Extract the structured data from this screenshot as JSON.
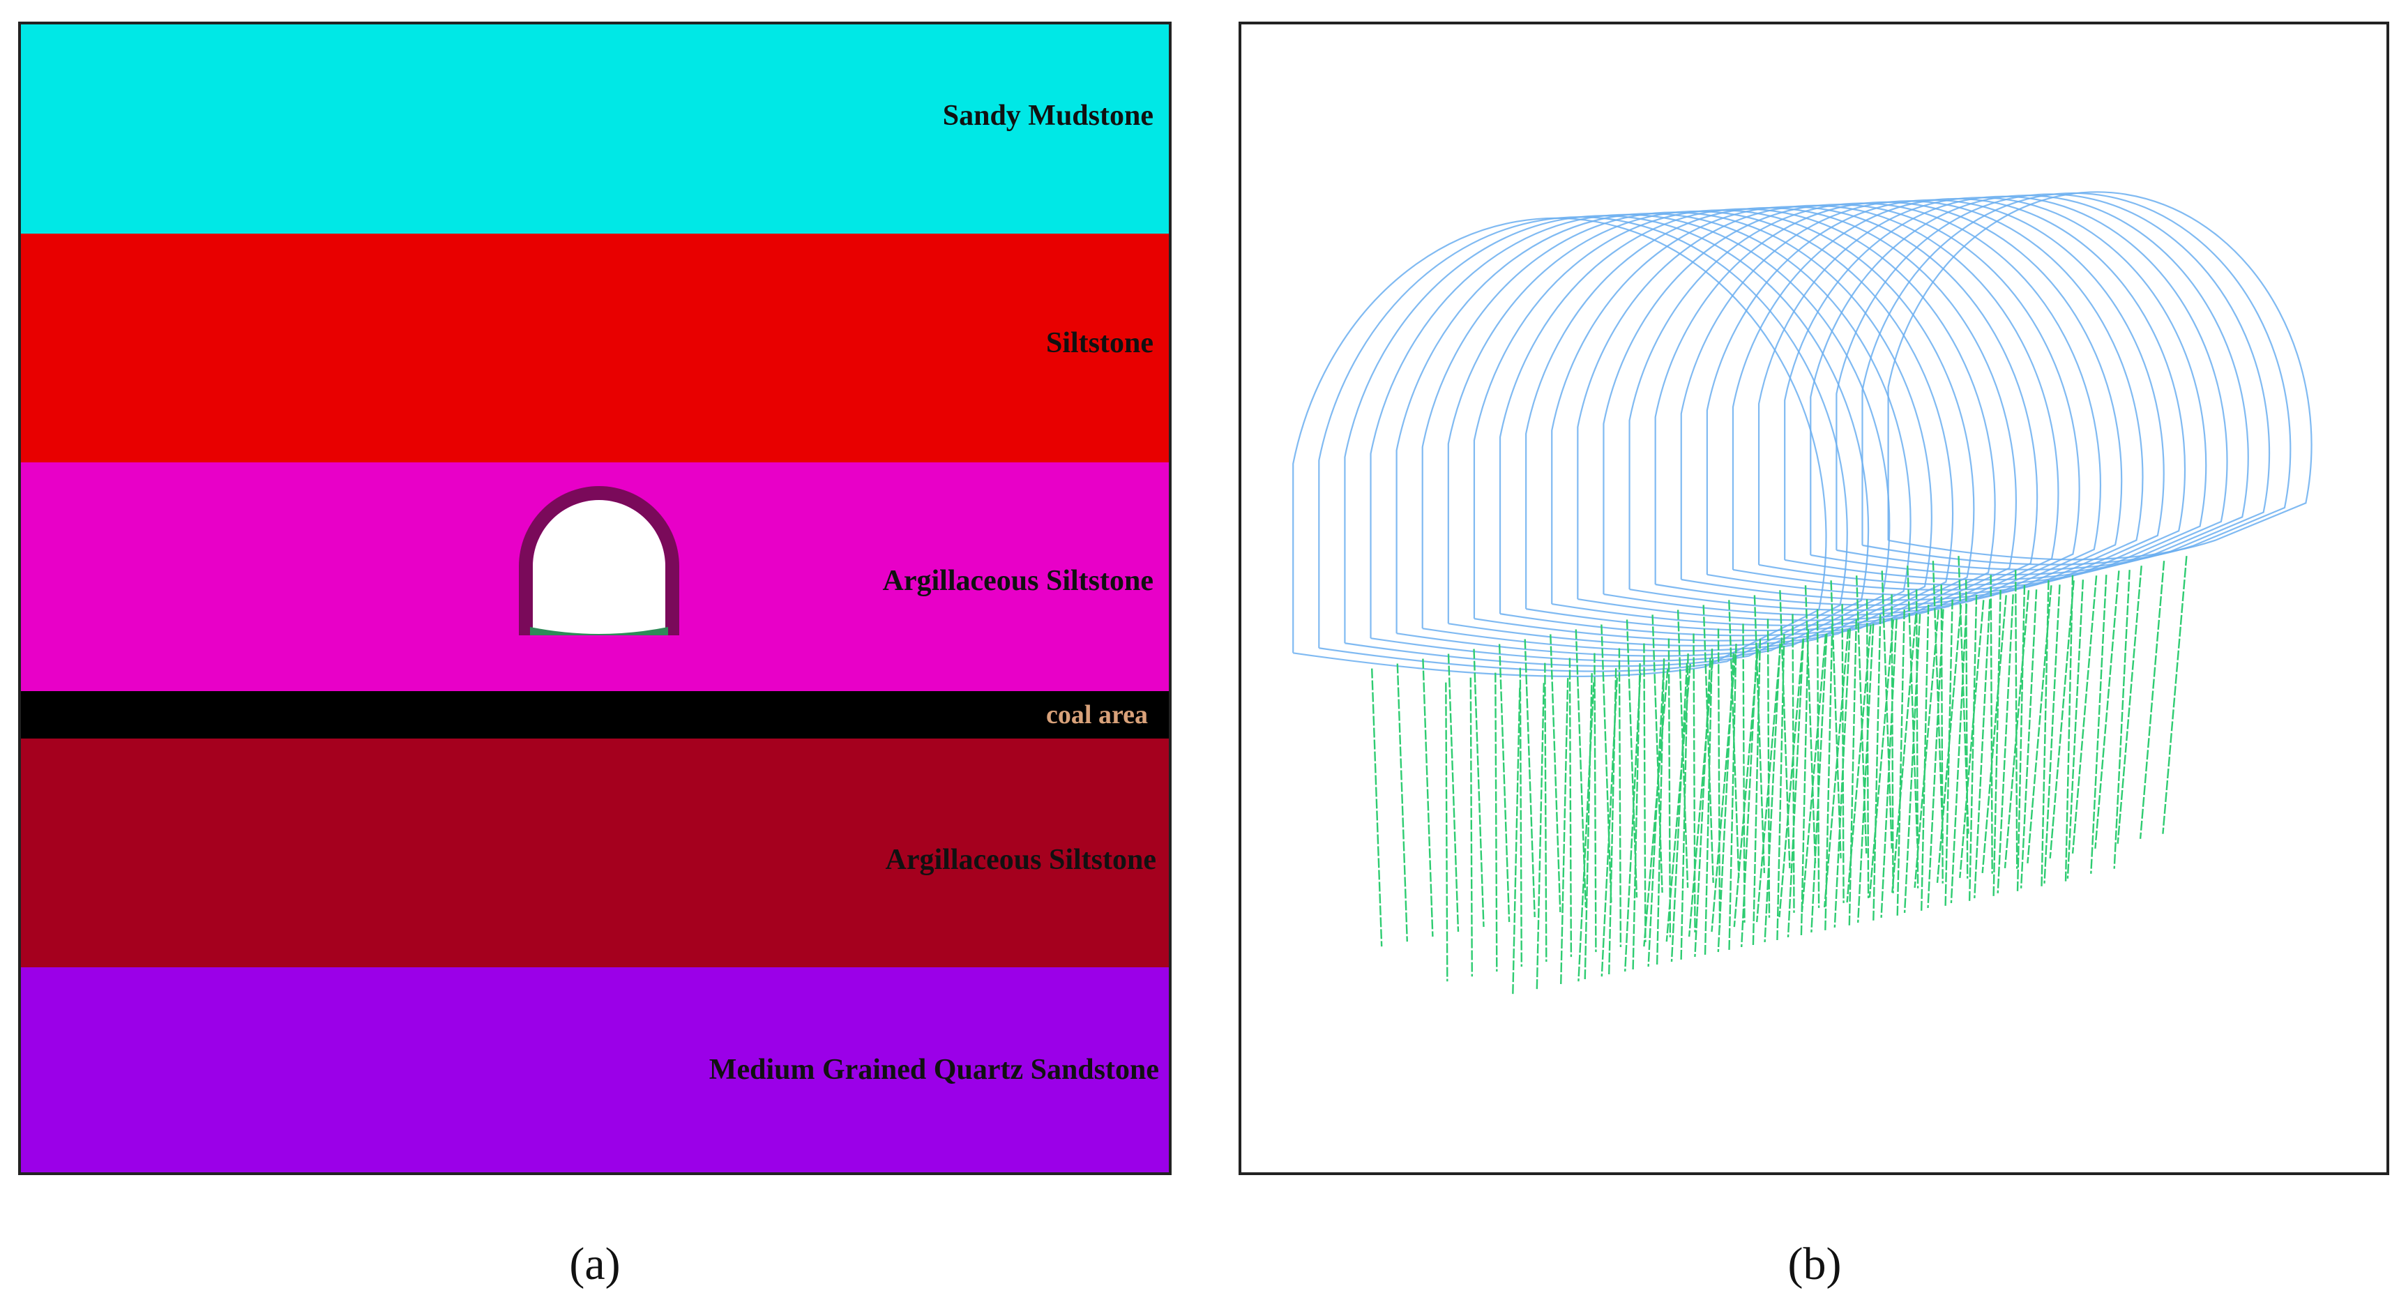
{
  "panel_a": {
    "caption": "(a)",
    "layers": {
      "sandy_mudstone": {
        "label": "Sandy Mudstone",
        "color": "#00e8e6"
      },
      "siltstone": {
        "label": "Siltstone",
        "color": "#e80000"
      },
      "argillaceous_upper": {
        "label": "Argillaceous Siltstone",
        "color": "#e800c8"
      },
      "coal": {
        "label": "coal area",
        "color": "#000000"
      },
      "argillaceous_lower": {
        "label": "Argillaceous Siltstone",
        "color": "#a5001e"
      },
      "quartz_sandstone": {
        "label": "Medium Grained Quartz Sandstone",
        "color": "#9b00e8"
      }
    },
    "tunnel": {
      "lining_color": "#7a0a5a",
      "floor_color": "#2e8b57"
    }
  },
  "panel_b": {
    "caption": "(b)",
    "arch_bolt_color": "#6aaef0",
    "floor_bolt_color": "#2ecc71"
  }
}
